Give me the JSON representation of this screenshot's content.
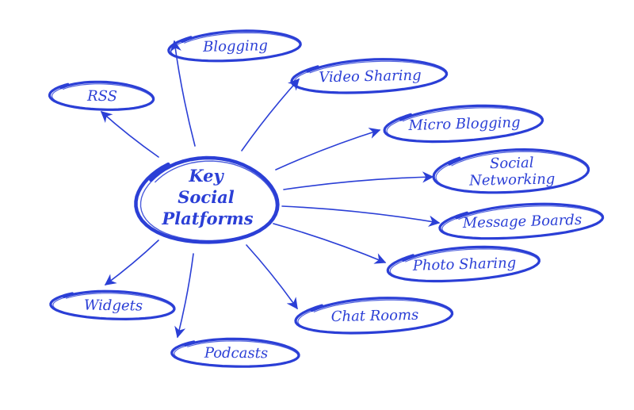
{
  "diagram": {
    "ink_color": "#2b3fd6",
    "center": {
      "lines": [
        "Key",
        "Social",
        "Platforms"
      ]
    },
    "nodes": [
      {
        "key": "blogging",
        "lines": [
          "Blogging"
        ]
      },
      {
        "key": "video-sharing",
        "lines": [
          "Video Sharing"
        ]
      },
      {
        "key": "rss",
        "lines": [
          "RSS"
        ]
      },
      {
        "key": "micro-blogging",
        "lines": [
          "Micro Blogging"
        ]
      },
      {
        "key": "social-networking",
        "lines": [
          "Social",
          "Networking"
        ]
      },
      {
        "key": "message-boards",
        "lines": [
          "Message Boards"
        ]
      },
      {
        "key": "photo-sharing",
        "lines": [
          "Photo Sharing"
        ]
      },
      {
        "key": "chat-rooms",
        "lines": [
          "Chat Rooms"
        ]
      },
      {
        "key": "widgets",
        "lines": [
          "Widgets"
        ]
      },
      {
        "key": "podcasts",
        "lines": [
          "Podcasts"
        ]
      }
    ]
  }
}
